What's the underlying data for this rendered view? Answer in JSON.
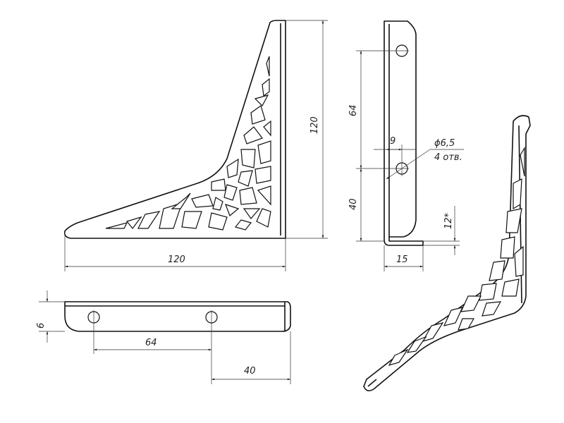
{
  "drawing": {
    "front_view": {
      "height_label": "120",
      "width_label": "120"
    },
    "side_view": {
      "spacing_label": "64",
      "hole_offset_label": "9",
      "hole_diameter_label": "ϕ6,5",
      "hole_count_label": "4 отв.",
      "bottom_offset_label": "40",
      "thickness_label": "12*",
      "foot_label": "15"
    },
    "bottom_view": {
      "thickness_label": "6",
      "spacing_label": "64",
      "edge_offset_label": "40"
    }
  }
}
